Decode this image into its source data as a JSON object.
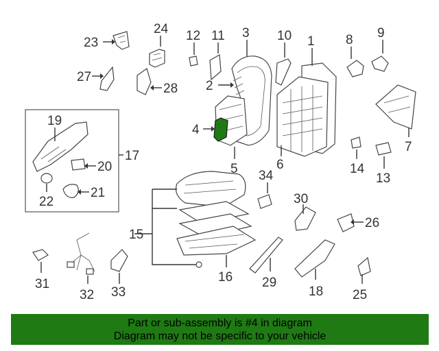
{
  "diagram": {
    "highlight_color": "#1f7a14",
    "part_numbers": {
      "p1": "1",
      "p2": "2",
      "p3": "3",
      "p4": "4",
      "p5": "5",
      "p6": "6",
      "p7": "7",
      "p8": "8",
      "p9": "9",
      "p10": "10",
      "p11": "11",
      "p12": "12",
      "p13": "13",
      "p14": "14",
      "p15": "15",
      "p16": "16",
      "p17": "17",
      "p18": "18",
      "p19": "19",
      "p20": "20",
      "p21": "21",
      "p22": "22",
      "p23": "23",
      "p24": "24",
      "p25": "25",
      "p26": "26",
      "p27": "27",
      "p28": "28",
      "p29": "29",
      "p30": "30",
      "p31": "31",
      "p32": "32",
      "p33": "33",
      "p34": "34"
    }
  },
  "footer": {
    "line1": "Part or sub-assembly is #4 in diagram",
    "line2": "Diagram may not be specific to your vehicle",
    "background": "#1f7a14"
  }
}
